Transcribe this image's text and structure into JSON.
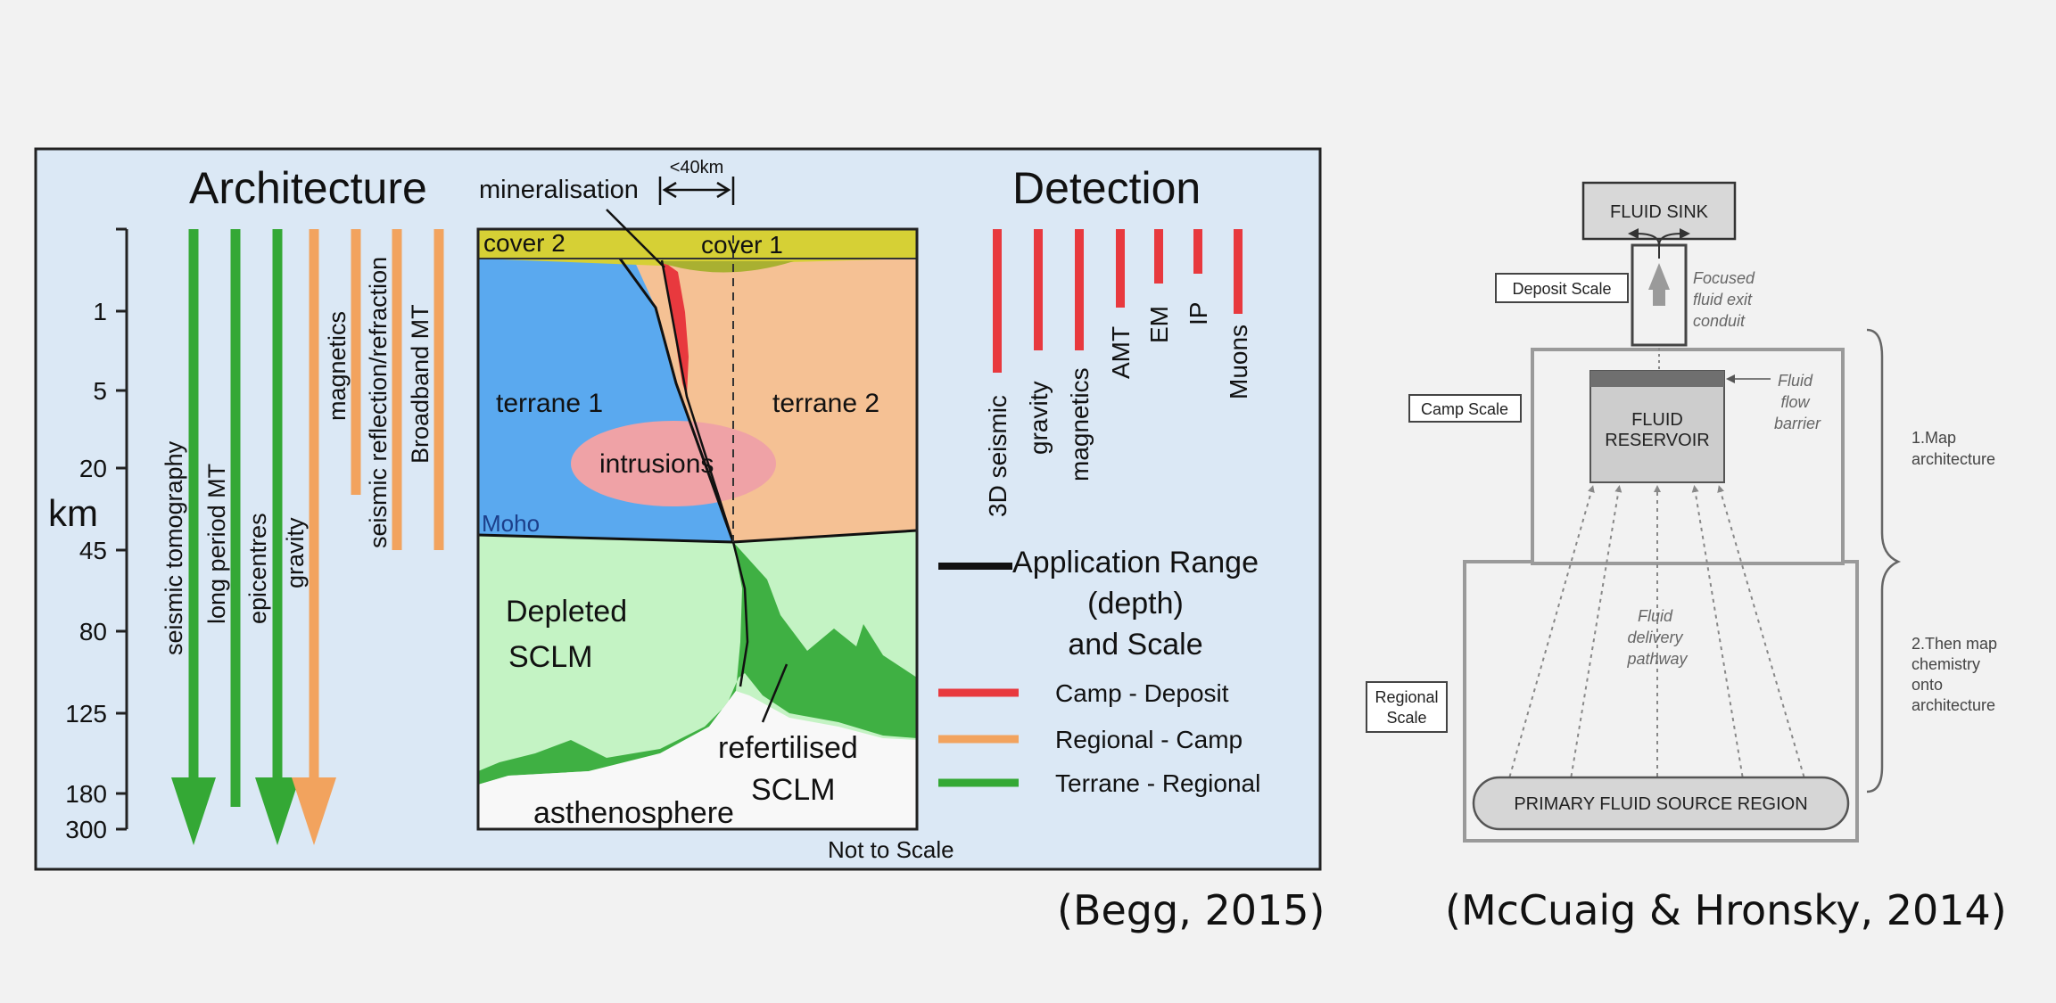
{
  "left_figure": {
    "title_architecture": "Architecture",
    "title_detection": "Detection",
    "mineralisation_label": "mineralisation",
    "width_marker": "<40km",
    "depth_unit": "km",
    "depth_ticks": [
      "1",
      "5",
      "20",
      "45",
      "80",
      "125",
      "180",
      "300"
    ],
    "architecture_methods": [
      {
        "label": "seismic tomography",
        "range": "Terrane - Regional",
        "arrow": true
      },
      {
        "label": "long period MT",
        "range": "Terrane - Regional",
        "arrow": false
      },
      {
        "label": "epicentres",
        "range": "Terrane - Regional",
        "arrow": true
      },
      {
        "label": "gravity",
        "range": "Regional - Camp",
        "arrow": true
      },
      {
        "label": "magnetics",
        "range": "Regional - Camp",
        "arrow": false
      },
      {
        "label": "seismic reflection/refraction",
        "range": "Regional - Camp",
        "arrow": false
      },
      {
        "label": "Broadband MT",
        "range": "Regional - Camp",
        "arrow": false
      }
    ],
    "detection_methods": [
      "3D seismic",
      "gravity",
      "magnetics",
      "AMT",
      "EM",
      "IP",
      "Muons"
    ],
    "section_labels": {
      "cover2": "cover 2",
      "cover1": "cover 1",
      "terrane1": "terrane 1",
      "terrane2": "terrane 2",
      "intrusions": "intrusions",
      "moho": "Moho",
      "depleted_line1": "Depleted",
      "depleted_line2": "SCLM",
      "refert_line1": "refertilised",
      "refert_line2": "SCLM",
      "asthenosphere": "asthenosphere"
    },
    "legend": {
      "title_line1": "Application Range",
      "title_line2": "(depth)",
      "title_line3": "and Scale",
      "items": [
        {
          "label": "Camp - Deposit",
          "color": "#e8393e"
        },
        {
          "label": "Regional - Camp",
          "color": "#f2a35e"
        },
        {
          "label": "Terrane - Regional",
          "color": "#34a835"
        }
      ]
    },
    "footnote": "Not to Scale",
    "colors": {
      "background": "#dbe8f5",
      "terrane1": "#5aa9ef",
      "terrane2": "#f5c194",
      "cover": "#d6d035",
      "intrusions": "#efa2a6",
      "depleted": "#c4f3c4",
      "refertilised": "#3fb043"
    }
  },
  "right_figure": {
    "fluid_sink": "FLUID SINK",
    "deposit_scale": "Deposit Scale",
    "focused_line1": "Focused",
    "focused_line2": "fluid exit",
    "focused_line3": "conduit",
    "camp_scale": "Camp Scale",
    "reservoir_line1": "FLUID",
    "reservoir_line2": "RESERVOIR",
    "barrier_line1": "Fluid",
    "barrier_line2": "flow",
    "barrier_line3": "barrier",
    "map_arch_line1": "1.Map",
    "map_arch_line2": "architecture",
    "regional_line1": "Regional",
    "regional_line2": "Scale",
    "delivery_line1": "Fluid",
    "delivery_line2": "delivery",
    "delivery_line3": "pathway",
    "chem_line1": "2.Then map",
    "chem_line2": "chemistry",
    "chem_line3": "onto",
    "chem_line4": "architecture",
    "source_region": "PRIMARY FLUID SOURCE REGION"
  },
  "captions": {
    "left": "(Begg, 2015)",
    "right": "(McCuaig & Hronsky, 2014)"
  }
}
